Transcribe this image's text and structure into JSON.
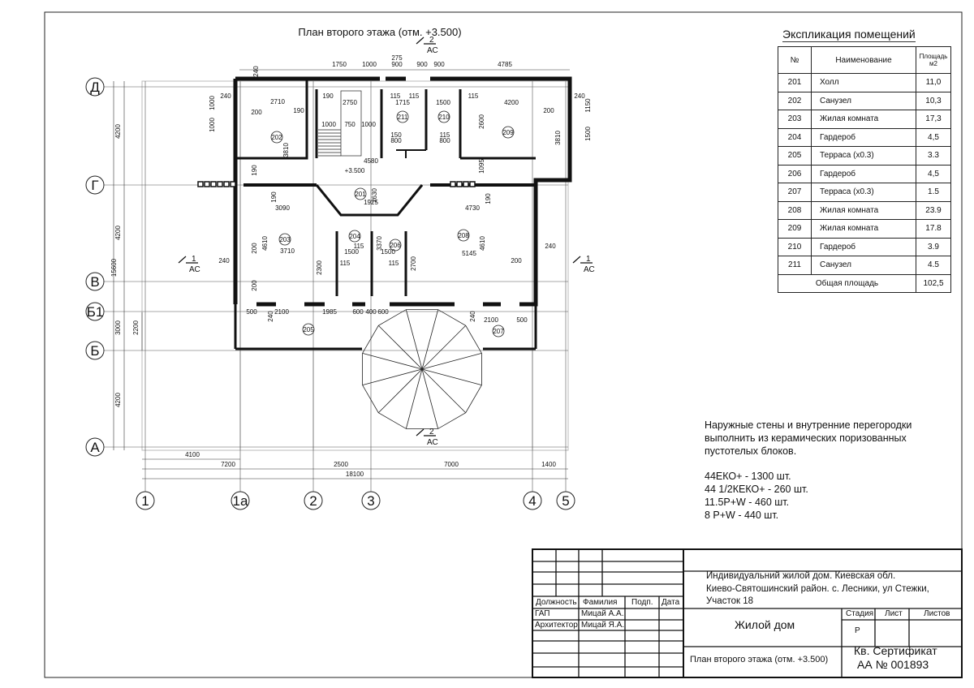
{
  "plan": {
    "title": "План второго этажа  (отм. +3.500)",
    "axes_rows": [
      "Д",
      "Г",
      "В",
      "Б1",
      "Б",
      "А"
    ],
    "axes_cols": [
      "1",
      "1а",
      "2",
      "3",
      "4",
      "5"
    ],
    "rooms": [
      "202",
      "211",
      "210",
      "209",
      "201",
      "203",
      "204",
      "206",
      "208",
      "205",
      "207"
    ],
    "section_marks": [
      {
        "num": "2",
        "label": "АС"
      },
      {
        "num": "2",
        "label": "АС"
      },
      {
        "num": "1",
        "label": "АС"
      },
      {
        "num": "1",
        "label": "АС"
      }
    ],
    "dimension_labels": [
      "240",
      "1750",
      "1000",
      "275",
      "900",
      "900",
      "900",
      "4785",
      "240",
      "2710",
      "190",
      "190",
      "2750",
      "115",
      "1715",
      "115",
      "1500",
      "115",
      "4200",
      "200",
      "240",
      "1000",
      "200",
      "1000",
      "1000",
      "750",
      "1000",
      "150",
      "800",
      "115",
      "800",
      "3810",
      "3810",
      "2600",
      "1150",
      "1500",
      "4580",
      "+3.500",
      "2630",
      "1925",
      "3090",
      "4730",
      "4610",
      "4610",
      "3710",
      "5145",
      "1500",
      "115",
      "1500",
      "3370",
      "2300",
      "2700",
      "115",
      "115",
      "240",
      "200",
      "240",
      "200",
      "500",
      "2100",
      "1985",
      "600",
      "400",
      "600",
      "2100",
      "500",
      "240",
      "240",
      "190",
      "190",
      "190",
      "200",
      "1095",
      "4200",
      "4200",
      "15600",
      "3000",
      "2200",
      "4200",
      "4100",
      "7200",
      "2500",
      "7000",
      "1400",
      "18100"
    ]
  },
  "explication": {
    "title": "Экспликация помещений",
    "headers": {
      "num": "№",
      "name": "Наименование",
      "area": "Площадь м2"
    },
    "rows": [
      {
        "num": "201",
        "name": "Холл",
        "area": "11,0"
      },
      {
        "num": "202",
        "name": "Санузел",
        "area": "10,3"
      },
      {
        "num": "203",
        "name": "Жилая комната",
        "area": "17,3"
      },
      {
        "num": "204",
        "name": "Гардероб",
        "area": "4,5"
      },
      {
        "num": "205",
        "name": "Терраса (х0.3)",
        "area": "3.3"
      },
      {
        "num": "206",
        "name": "Гардероб",
        "area": "4,5"
      },
      {
        "num": "207",
        "name": "Терраса (х0.3)",
        "area": "1.5"
      },
      {
        "num": "208",
        "name": "Жилая комната",
        "area": "23.9"
      },
      {
        "num": "209",
        "name": "Жилая комната",
        "area": "17.8"
      },
      {
        "num": "210",
        "name": "Гардероб",
        "area": "3.9"
      },
      {
        "num": "211",
        "name": "Санузел",
        "area": "4.5"
      }
    ],
    "total_label": "Общая площадь",
    "total_value": "102,5"
  },
  "notes": {
    "lines": [
      "Наружные стены и внутренние перегородки",
      "выполнить из керамических поризованных",
      "пустотелых блоков."
    ],
    "materials": [
      "44ЕКО+ - 1300 шт.",
      "44 1/2КЕКО+ - 260 шт.",
      "11.5Р+W - 460 шт.",
      "8 Р+W - 440 шт."
    ]
  },
  "title_block": {
    "headers": {
      "position": "Должность",
      "surname": "Фамилия",
      "signature": "Подп.",
      "date": "Дата"
    },
    "staff": [
      {
        "position": "ГАП",
        "surname": "Мицай А.А."
      },
      {
        "position": "Архитектор",
        "surname": "Мицай Я.А."
      }
    ],
    "project_lines": [
      "Индивидуальний жилой дом. Киевская обл.",
      "Киево-Святошинский район. с. Лесники, ул Стежки,",
      "Участок 18"
    ],
    "object_name": "Жилой дом",
    "stage_header": "Стадия",
    "sheet_header": "Лист",
    "sheets_header": "Листов",
    "stage_value": "Р",
    "sheet_title": "План второго этажа  (отм. +3.500)",
    "certificate_line1": "Кв. Сертификат",
    "certificate_line2": "АА № 001893"
  }
}
